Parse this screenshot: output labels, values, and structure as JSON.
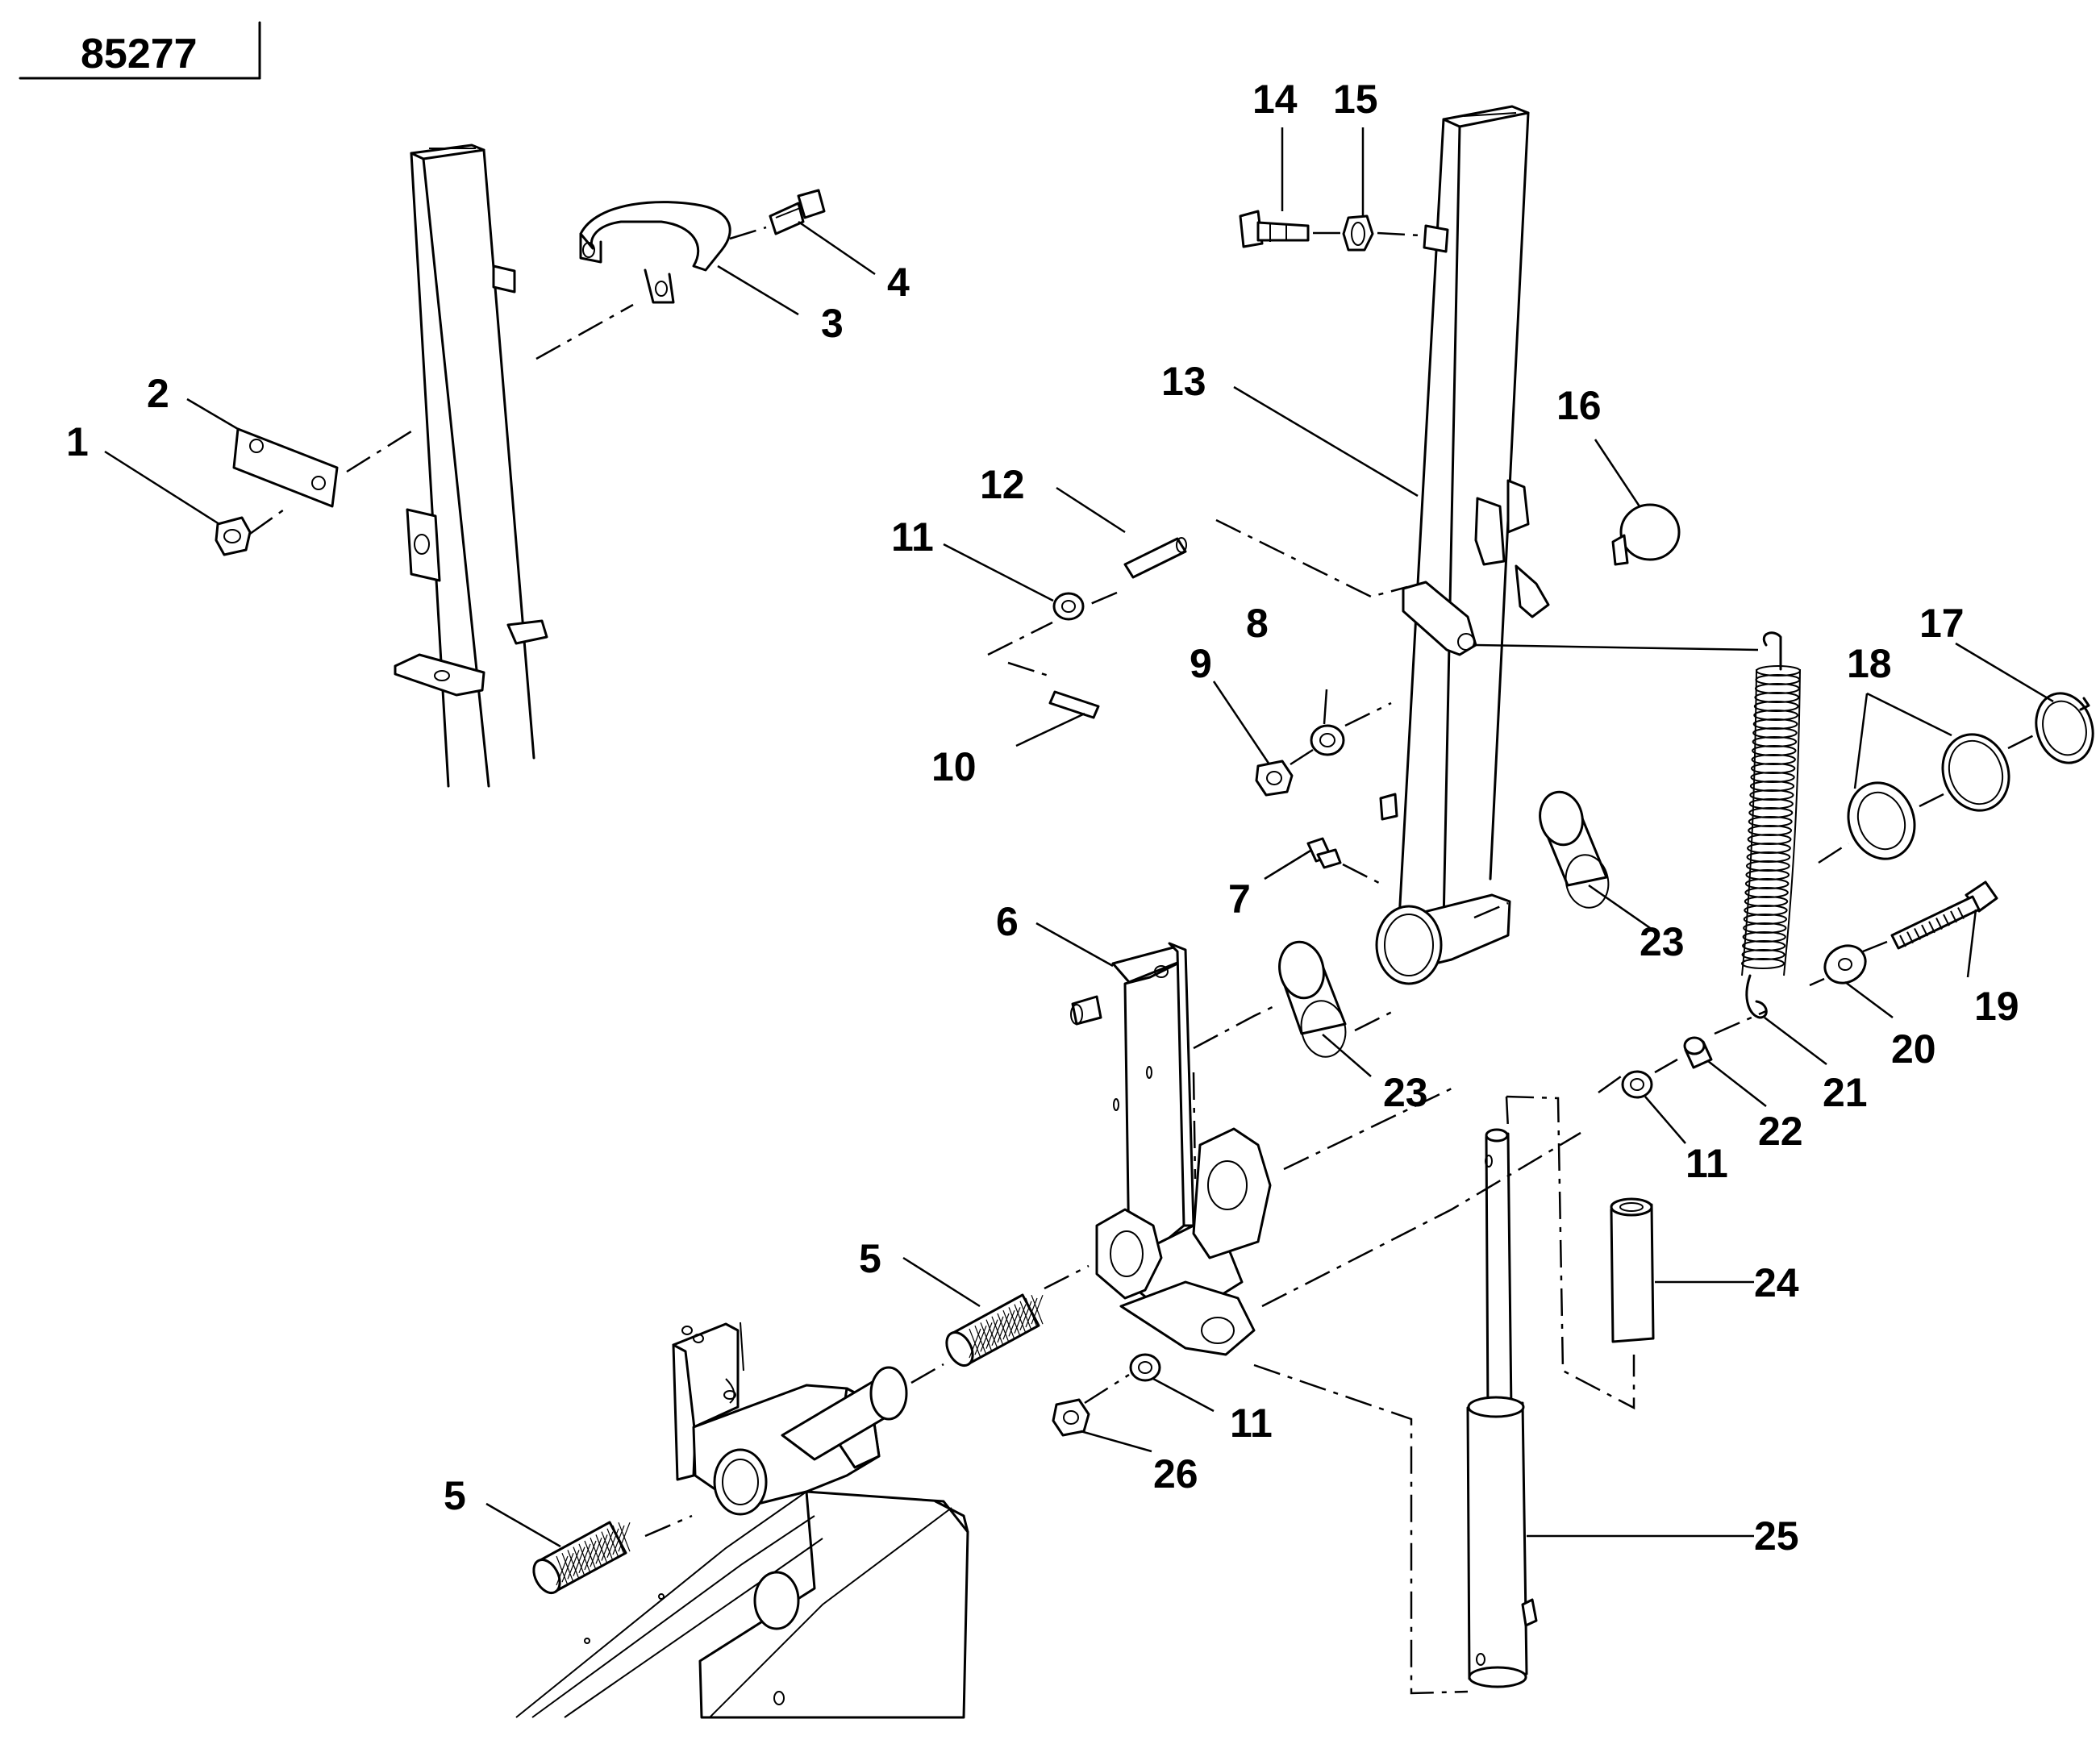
{
  "drawing_number": "85277",
  "callouts": {
    "c1": "1",
    "c2": "2",
    "c3": "3",
    "c4": "4",
    "c5a": "5",
    "c5b": "5",
    "c6": "6",
    "c7": "7",
    "c8": "8",
    "c9": "9",
    "c10": "10",
    "c11a": "11",
    "c11b": "11",
    "c11c": "11",
    "c12": "12",
    "c13": "13",
    "c14": "14",
    "c15": "15",
    "c16": "16",
    "c17": "17",
    "c18": "18",
    "c19": "19",
    "c20": "20",
    "c21": "21",
    "c22": "22",
    "c23a": "23",
    "c23b": "23",
    "c24": "24",
    "c25": "25",
    "c26": "26"
  }
}
